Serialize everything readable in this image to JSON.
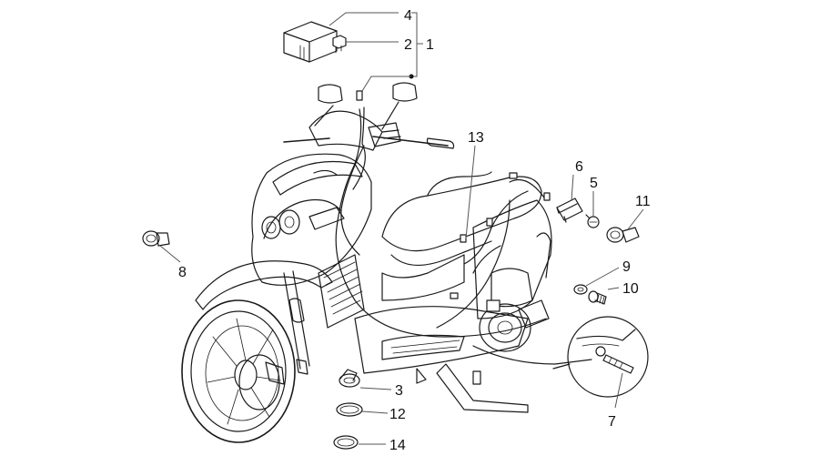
{
  "callouts": [
    {
      "id": "c1",
      "label": "1"
    },
    {
      "id": "c2",
      "label": "2"
    },
    {
      "id": "c3",
      "label": "3"
    },
    {
      "id": "c4",
      "label": "4"
    },
    {
      "id": "c5",
      "label": "5"
    },
    {
      "id": "c6",
      "label": "6"
    },
    {
      "id": "c7",
      "label": "7"
    },
    {
      "id": "c8",
      "label": "8"
    },
    {
      "id": "c9",
      "label": "9"
    },
    {
      "id": "c10",
      "label": "10"
    },
    {
      "id": "c11",
      "label": "11"
    },
    {
      "id": "c12",
      "label": "12"
    },
    {
      "id": "c13",
      "label": "13"
    },
    {
      "id": "c14",
      "label": "14"
    }
  ],
  "labels": {
    "relay_box": "▭"
  }
}
